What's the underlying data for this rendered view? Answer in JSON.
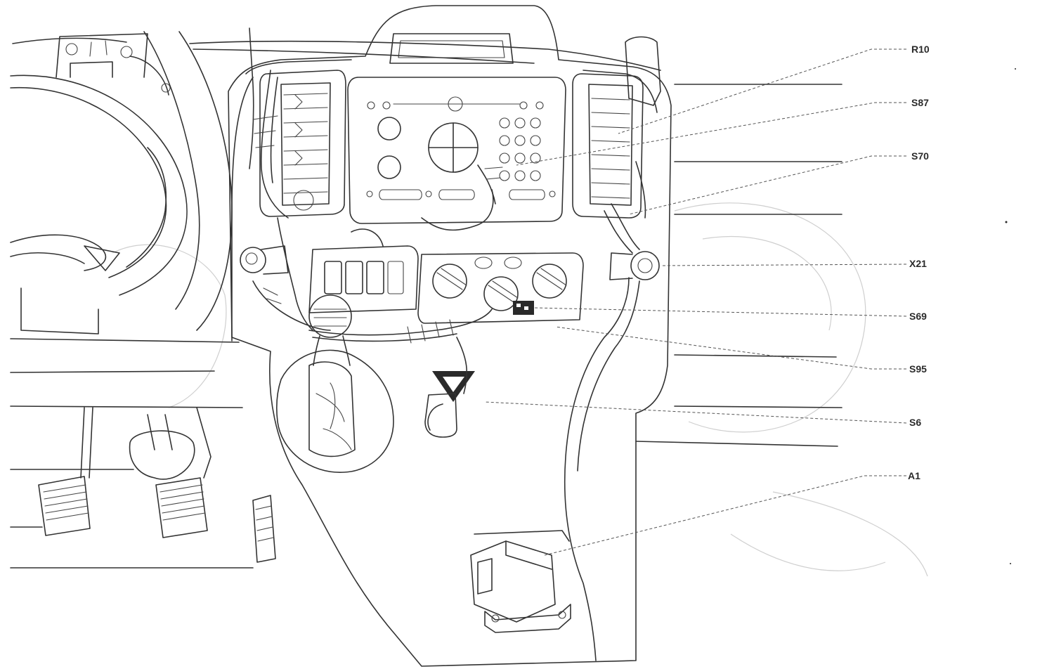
{
  "callouts": [
    {
      "id": "R10",
      "label": "R10"
    },
    {
      "id": "S87",
      "label": "S87"
    },
    {
      "id": "S70",
      "label": "S70"
    },
    {
      "id": "X21",
      "label": "X21"
    },
    {
      "id": "S69",
      "label": "S69"
    },
    {
      "id": "S95",
      "label": "S95"
    },
    {
      "id": "S6",
      "label": "S6"
    },
    {
      "id": "A1",
      "label": "A1"
    }
  ]
}
